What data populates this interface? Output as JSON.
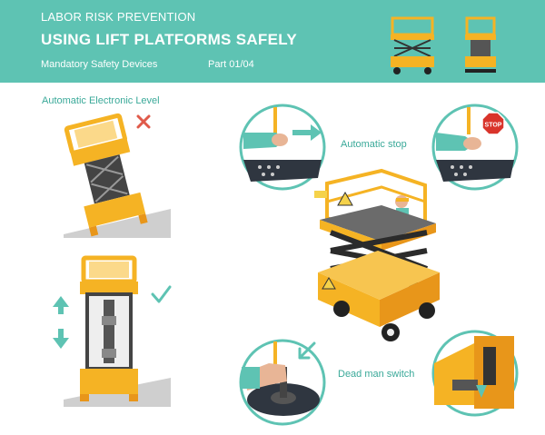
{
  "header": {
    "kicker": "LABOR RISK PREVENTION",
    "title": "USING LIFT PLATFORMS SAFELY",
    "subtitle": "Mandatory Safety Devices",
    "part": "Part 01/04"
  },
  "sections": {
    "level": "Automatic Electronic Level",
    "stop": "Automatic stop",
    "deadman": "Dead man switch"
  },
  "stop_sign": "STOP",
  "colors": {
    "teal": "#5ec3b3",
    "accent_text": "#3aa999",
    "lift_yellow": "#f5b324",
    "lift_orange": "#e8961a",
    "cross_red": "#e05a4a",
    "check_teal": "#5ec3b3"
  },
  "icons": [
    "cross-icon",
    "check-icon",
    "up-arrow-icon",
    "down-arrow-icon",
    "right-arrow-icon",
    "stop-sign-icon",
    "warning-sign-icon"
  ]
}
